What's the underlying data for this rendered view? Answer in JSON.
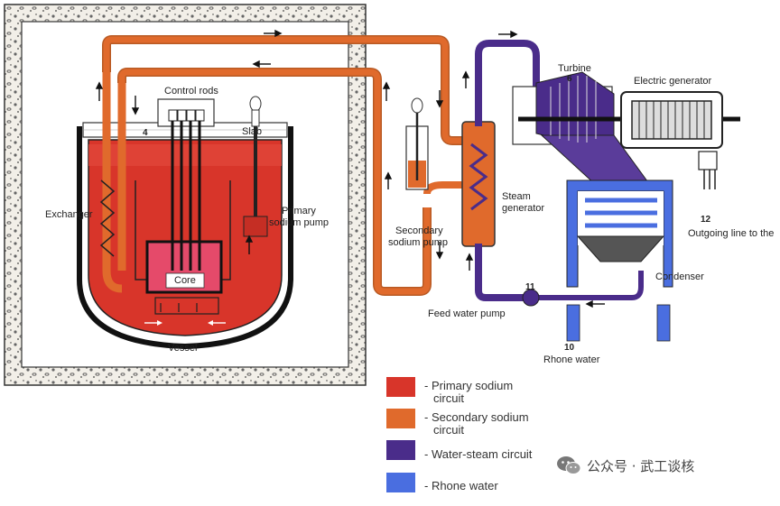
{
  "labels": {
    "control_rods": "Control rods",
    "slab": "Slab",
    "exchanger": "Exchanger",
    "primary_pump_line1": "Primary",
    "primary_pump_line2": "sodium pump",
    "core": "Core",
    "vessel": "Vessel",
    "secondary_pump_line1": "Secondary",
    "secondary_pump_line2": "sodium pump",
    "turbine": "Turbine",
    "electric_generator": "Electric generator",
    "steam_gen_line1": "Steam",
    "steam_gen_line2": "generator",
    "outgoing_line": "Outgoing line to the",
    "condenser": "Condenser",
    "feed_water_pump": "Feed water pump",
    "rhone_water": "Rhone water"
  },
  "numbers": {
    "n4": "4",
    "n6": "6",
    "n11": "11",
    "n12": "12",
    "n10": "10"
  },
  "legend": [
    {
      "line1": "- Primary sodium",
      "line2": "circuit",
      "color": "#d8352a"
    },
    {
      "line1": "- Secondary sodium",
      "line2": "circuit",
      "color": "#e06a2c"
    },
    {
      "line1": "- Water-steam circuit",
      "line2": "",
      "color": "#4a2c8a"
    },
    {
      "line1": "- Rhone water",
      "line2": "",
      "color": "#4a6ee0"
    }
  ],
  "watermark": {
    "text": "公众号 · 武工谈核",
    "icon": "wechat-icon"
  },
  "colors": {
    "primary": "#d8352a",
    "secondary": "#e06a2c",
    "water_steam": "#4a2c8a",
    "rhone": "#4a6ee0",
    "concrete": "#e9e6df"
  }
}
